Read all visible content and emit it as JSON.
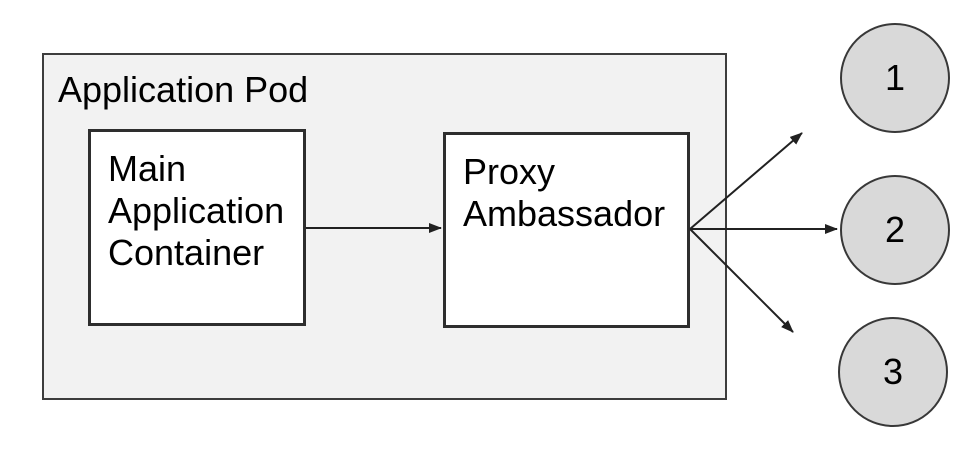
{
  "diagram": {
    "pod": {
      "label": "Application Pod"
    },
    "nodes": [
      {
        "id": "main-application-container",
        "label": "Main Application Container",
        "shape": "rectangle"
      },
      {
        "id": "proxy-ambassador",
        "label": "Proxy Ambassador",
        "shape": "rectangle"
      }
    ],
    "endpoints": [
      {
        "id": "endpoint-1",
        "label": "1",
        "shape": "circle"
      },
      {
        "id": "endpoint-2",
        "label": "2",
        "shape": "circle"
      },
      {
        "id": "endpoint-3",
        "label": "3",
        "shape": "circle"
      }
    ],
    "edges": [
      {
        "from": "main-application-container",
        "to": "proxy-ambassador",
        "style": "arrow"
      },
      {
        "from": "proxy-ambassador",
        "to": "endpoint-1",
        "style": "arrow"
      },
      {
        "from": "proxy-ambassador",
        "to": "endpoint-2",
        "style": "arrow"
      },
      {
        "from": "proxy-ambassador",
        "to": "endpoint-3",
        "style": "arrow"
      }
    ],
    "colors": {
      "background": "#ffffff",
      "pod_fill": "#f2f2f2",
      "pod_border": "#3d3d3d",
      "node_fill": "#ffffff",
      "node_border": "#2e2e2e",
      "endpoint_fill": "#d9d9d9",
      "endpoint_border": "#383838",
      "arrow_stroke": "#212121",
      "text": "#000000"
    }
  }
}
